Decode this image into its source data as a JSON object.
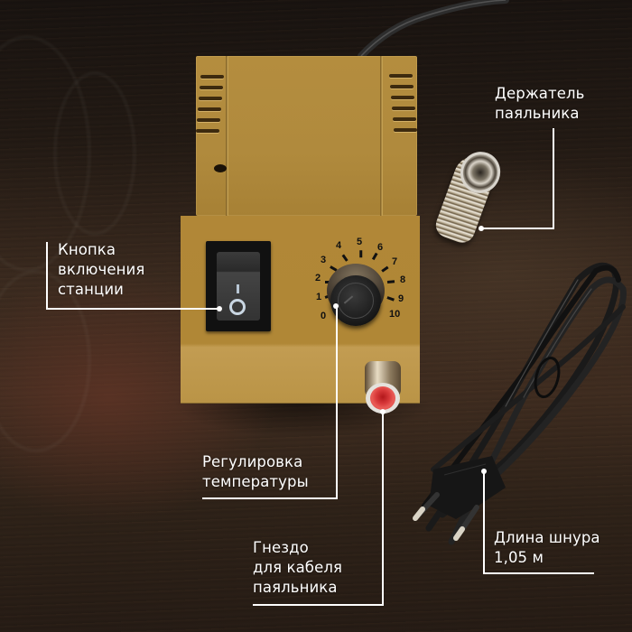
{
  "product": {
    "type": "soldering station",
    "body_color": "#b08736",
    "socket_color": "#d8393a"
  },
  "callouts": {
    "holder": {
      "line1": "Держатель",
      "line2": "паяльника"
    },
    "power_button": {
      "line1": "Кнопка",
      "line2": "включения",
      "line3": "станции"
    },
    "temperature": {
      "line1": "Регулировка",
      "line2": "температуры"
    },
    "socket": {
      "line1": "Гнездо",
      "line2": "для кабеля",
      "line3": "паяльника"
    },
    "cord": {
      "line1": "Длина шнура",
      "line2": "1,05 м"
    }
  },
  "dial": {
    "labels": [
      "0",
      "1",
      "2",
      "3",
      "4",
      "5",
      "6",
      "7",
      "8",
      "9",
      "10"
    ]
  },
  "switch": {
    "on_symbol": "I",
    "off_symbol": "O"
  },
  "colors": {
    "callout_text": "#ffffff",
    "callout_line": "#ffffff",
    "background_dark": "#1c1612"
  }
}
